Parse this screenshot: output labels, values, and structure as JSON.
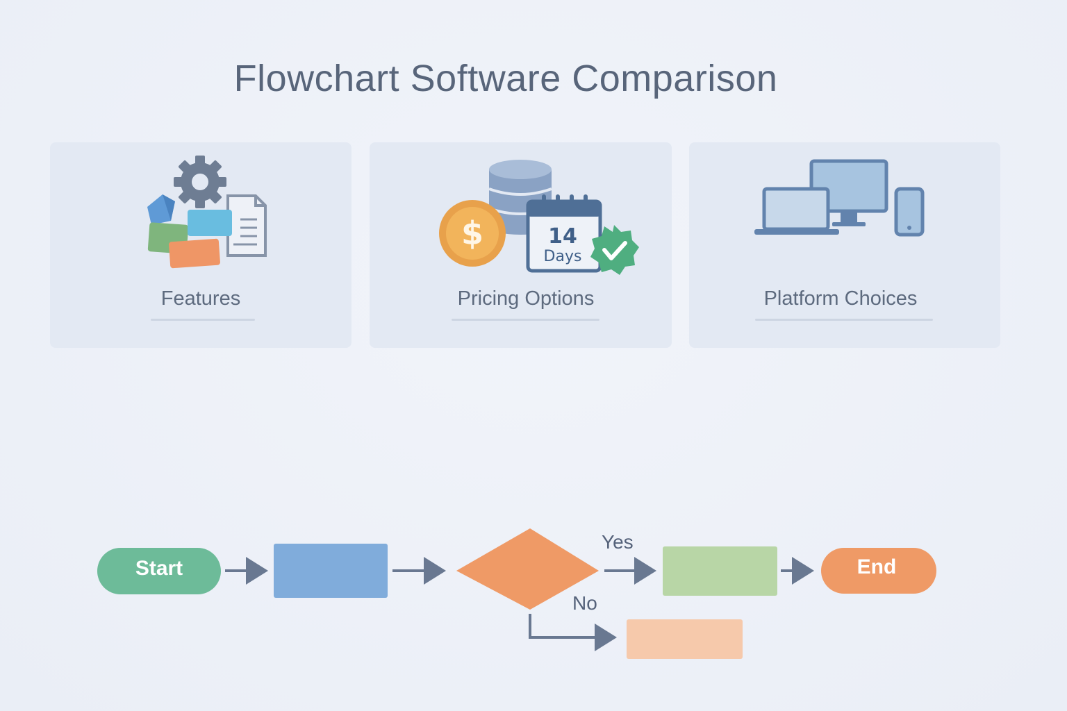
{
  "title": "Flowchart Software Comparison",
  "cards": [
    {
      "label": "Features",
      "icon": "features-icon"
    },
    {
      "label": "Pricing Options",
      "icon": "pricing-icon",
      "calendar_number": "14",
      "calendar_unit": "Days",
      "currency_symbol": "$"
    },
    {
      "label": "Platform Choices",
      "icon": "devices-icon"
    }
  ],
  "flowchart": {
    "start_label": "Start",
    "end_label": "End",
    "yes_label": "Yes",
    "no_label": "No"
  },
  "colors": {
    "start": "#6dbb99",
    "process": "#80acdb",
    "decision": "#ef9a66",
    "yes_box": "#b8d6a6",
    "no_box": "#f6c9ab",
    "end": "#ef9a66",
    "arrow": "#697891"
  }
}
